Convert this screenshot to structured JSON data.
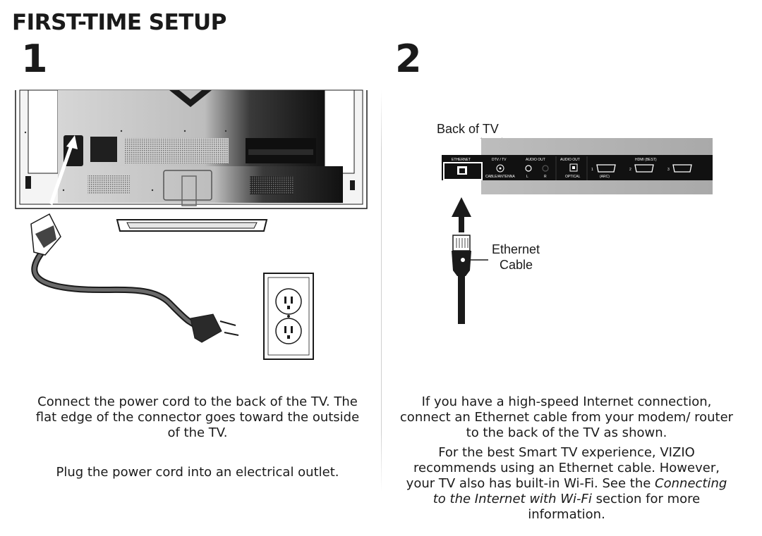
{
  "title": "FIRST-TIME SETUP",
  "step1": {
    "number": "1",
    "text_1": "Connect the power cord to the back of the TV. The flat edge of the connector goes toward the outside of the TV.",
    "text_2": "Plug the power cord into an electrical outlet."
  },
  "step2": {
    "number": "2",
    "back_label": "Back of TV",
    "cable_label_1": "Ethernet",
    "cable_label_2": "Cable",
    "ports": {
      "ethernet": "ETHERNET",
      "dtv": "DTV / TV",
      "dtv_sub": "CABLE/ANTENNA",
      "audio_out_1": "AUDIO OUT",
      "audio_l": "L",
      "audio_r": "R",
      "audio_out_2": "AUDIO OUT",
      "optical": "OPTICAL",
      "hdmi": "HDMI (BEST)",
      "hdmi_1": "1",
      "hdmi_2": "2",
      "hdmi_3": "3",
      "arc": "(ARC)"
    },
    "text_1": "If you have a high-speed Internet connection, connect an Ethernet cable from your modem/ router to the back of the TV as shown.",
    "text_2_a": "For the best Smart TV experience, VIZIO recommends using an Ethernet cable. However, your TV also has built-in Wi-Fi. See the ",
    "text_2_italic": "Connecting to the Internet with Wi-Fi",
    "text_2_b": " section for more information."
  }
}
